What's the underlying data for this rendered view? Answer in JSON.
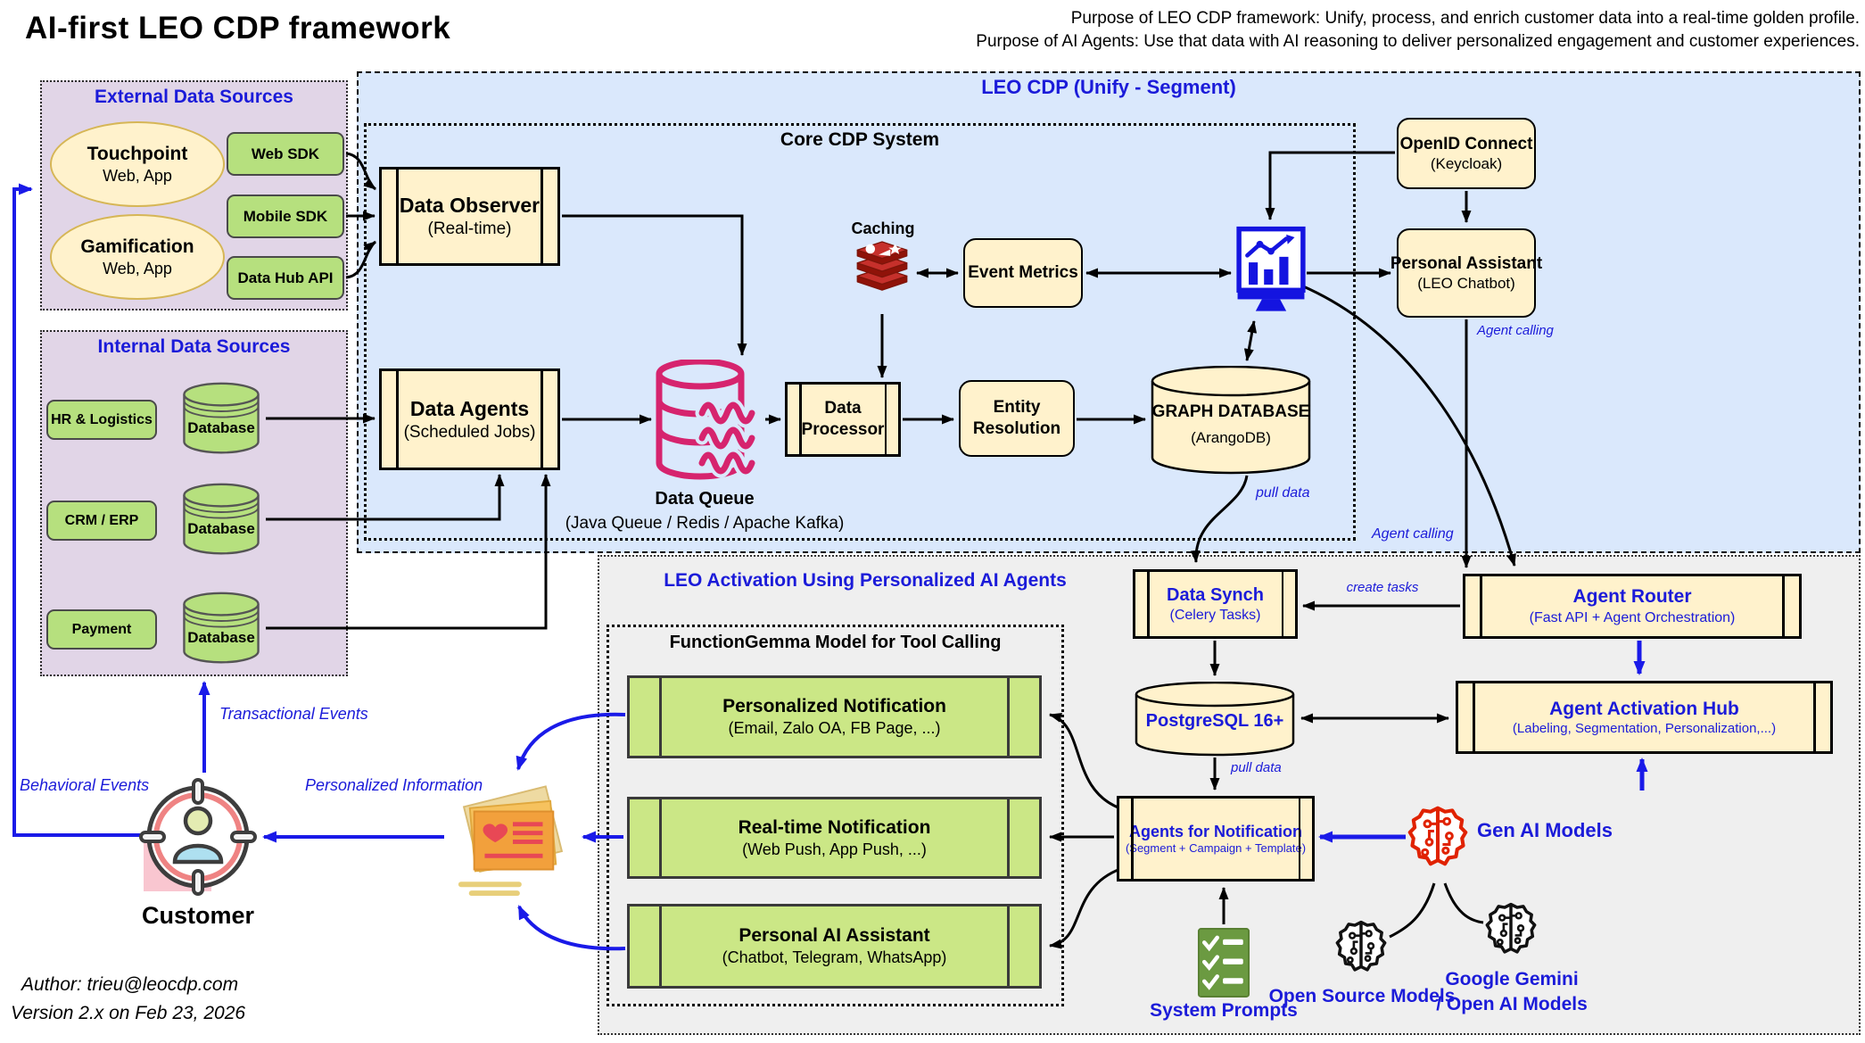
{
  "header": {
    "title": "AI-first LEO CDP framework",
    "purpose_line1": "Purpose of LEO CDP framework: Unify, process, and enrich customer data into a real-time golden profile.",
    "purpose_line2": "Purpose of AI Agents: Use that data with AI reasoning to deliver personalized engagement and customer experiences."
  },
  "footer": {
    "author_line": "Author: trieu@leocdp.com",
    "version_line": "Version 2.x on Feb 23, 2026"
  },
  "customer": {
    "label": "Customer"
  },
  "flow_labels": {
    "behavioral": "Behavioral Events",
    "transactional": "Transactional Events",
    "personalized": "Personalized Information"
  },
  "external": {
    "title": "External Data Sources",
    "touchpoint_title": "Touchpoint",
    "touchpoint_sub": "Web, App",
    "gamification_title": "Gamification",
    "gamification_sub": "Web, App",
    "web_sdk": "Web SDK",
    "mobile_sdk": "Mobile SDK",
    "data_hub_api": "Data Hub API"
  },
  "internal": {
    "title": "Internal Data Sources",
    "rows": [
      {
        "label": "HR & Logistics",
        "db": "Database"
      },
      {
        "label": "CRM / ERP",
        "db": "Database"
      },
      {
        "label": "Payment",
        "db": "Database"
      }
    ]
  },
  "cdp": {
    "title": "LEO CDP (Unify - Segment)",
    "core_title": "Core CDP System",
    "data_observer_title": "Data Observer",
    "data_observer_sub": "(Real-time)",
    "data_agents_title": "Data Agents",
    "data_agents_sub": "(Scheduled Jobs)",
    "data_queue_title": "Data Queue",
    "data_queue_sub": "(Java Queue / Redis / Apache Kafka)",
    "caching": "Caching",
    "event_metrics": "Event Metrics",
    "data_processor_l1": "Data",
    "data_processor_l2": "Processor",
    "entity_resolution_l1": "Entity",
    "entity_resolution_l2": "Resolution",
    "graph_db_title": "GRAPH DATABASE",
    "graph_db_sub": "(ArangoDB)",
    "openid_title": "OpenID Connect",
    "openid_sub": "(Keycloak)",
    "personal_assistant_title": "Personal Assistant",
    "personal_assistant_sub": "(LEO Chatbot)",
    "agent_calling_right": "Agent calling",
    "agent_calling_left": "Agent calling",
    "pull_data": "pull data"
  },
  "activation": {
    "title": "LEO Activation Using Personalized AI Agents",
    "data_synch_title": "Data Synch",
    "data_synch_sub": "(Celery Tasks)",
    "agent_router_title": "Agent Router",
    "agent_router_sub": "(Fast API + Agent Orchestration)",
    "create_tasks": "create tasks",
    "postgres": "PostgreSQL 16+",
    "pull_data": "pull data",
    "agents_notif_title": "Agents for Notification",
    "agents_notif_sub": "(Segment + Campaign + Template)",
    "hub_title": "Agent Activation Hub",
    "hub_sub": "(Labeling, Segmentation, Personalization,...)",
    "system_prompts": "System Prompts",
    "gen_ai": "Gen AI Models",
    "open_source": "Open Source Models",
    "gemini_l1": "Google Gemini",
    "gemini_l2": "/ Open AI Models",
    "fg_title": "FunctionGemma Model for Tool Calling",
    "fg_boxes": [
      {
        "title": "Personalized Notification",
        "sub": "(Email, Zalo OA, FB Page, ...)"
      },
      {
        "title": "Real-time Notification",
        "sub": "(Web Push, App Push, ...)"
      },
      {
        "title": "Personal AI Assistant",
        "sub": "(Chatbot, Telegram, WhatsApp)"
      }
    ]
  },
  "colors": {
    "accent_blue": "#1b1bd9",
    "arrow_blue": "#1a1ae8",
    "panel_blue": "#dae8fc",
    "panel_purple": "#e1d5e7",
    "panel_gray": "#efefef",
    "node_cream": "#fff2cc",
    "node_green": "#b6e07e",
    "big_green": "#cbe786",
    "queue_magenta": "#d6246e",
    "redis_red": "#c6302b",
    "brain_red": "#e02200"
  },
  "icons": {
    "customer": "customer-target-icon",
    "envelope": "personalized-letters-icon",
    "caching": "redis-cache-icon",
    "monitor": "analytics-monitor-icon",
    "queue": "data-queue-cylinder-icon",
    "database": "database-cylinder-icon",
    "gen_ai": "brain-circuit-icon",
    "system_prompts": "checklist-icon"
  }
}
